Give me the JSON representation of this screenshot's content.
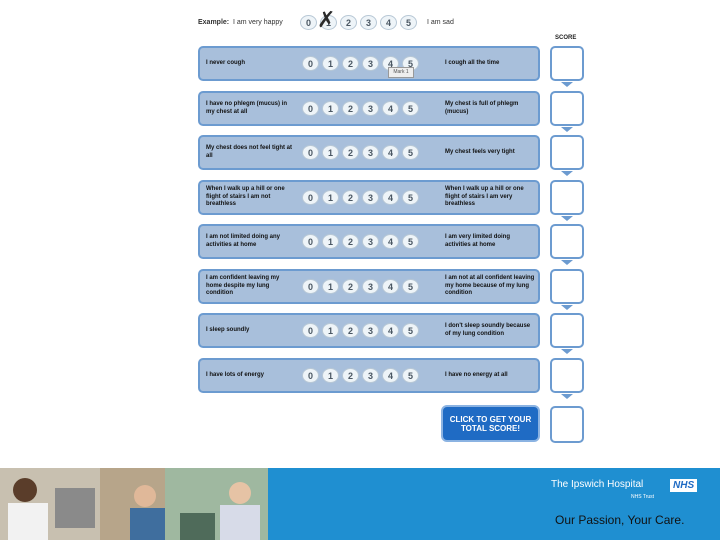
{
  "example": {
    "label": "Example:",
    "left": "I am very happy",
    "right": "I am sad",
    "numbers": [
      "0",
      "1",
      "2",
      "3",
      "4",
      "5"
    ]
  },
  "score_header": "SCORE",
  "tooltip": "Mark 1",
  "numbers": [
    "0",
    "1",
    "2",
    "3",
    "4",
    "5"
  ],
  "rows": [
    {
      "left": "I never cough",
      "right": "I cough all the time"
    },
    {
      "left": "I have no phlegm (mucus) in my chest at all",
      "right": "My chest is full of phlegm (mucus)"
    },
    {
      "left": "My chest does not feel tight at all",
      "right": "My chest feels very tight"
    },
    {
      "left": "When I walk up a hill or one flight of stairs I am not breathless",
      "right": "When I walk up a hill or one flight of stairs I am very breathless"
    },
    {
      "left": "I am not limited doing any activities at home",
      "right": "I am very limited doing activities at home"
    },
    {
      "left": "I am confident leaving my home despite my lung condition",
      "right": "I am not at all confident leaving my home because of my lung condition"
    },
    {
      "left": "I sleep soundly",
      "right": "I don't sleep soundly because of my lung condition"
    },
    {
      "left": "I have lots of energy",
      "right": "I have no energy at all"
    }
  ],
  "total_button": "CLICK TO GET YOUR TOTAL SCORE!",
  "footer": {
    "brand": "The Ipswich Hospital",
    "nhs": "NHS",
    "trust": "NHS Trust",
    "slogan": "Our Passion, Your Care."
  },
  "colors": {
    "row_fill": "#a8bfdb",
    "row_border": "#6c9bd0",
    "button": "#1f6bc4",
    "footer": "#1f8fd1"
  }
}
